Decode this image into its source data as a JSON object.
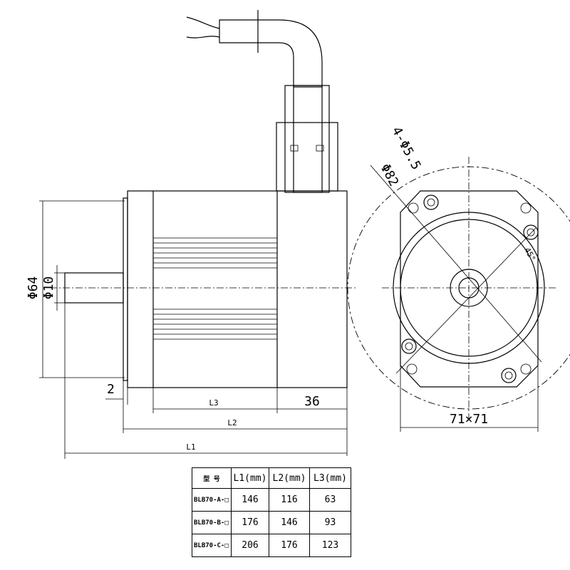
{
  "dimensions": {
    "body_dia": "Φ64",
    "shaft_dia": "Φ10",
    "flange_thk": "2",
    "rear_len": "36",
    "l1": "L1",
    "l2": "L2",
    "l3": "L3",
    "bolt_holes": "4-Φ5.5",
    "pitch_circle": "Φ82",
    "angle": "45°",
    "flange_size": "71×71"
  },
  "table": {
    "headers": [
      "型 号",
      "L1(mm)",
      "L2(mm)",
      "L3(mm)"
    ],
    "rows": [
      {
        "model": "BLB70-A-□",
        "l1": "146",
        "l2": "116",
        "l3": "63"
      },
      {
        "model": "BLB70-B-□",
        "l1": "176",
        "l2": "146",
        "l3": "93"
      },
      {
        "model": "BLB70-C-□",
        "l1": "206",
        "l2": "176",
        "l3": "123"
      }
    ]
  }
}
